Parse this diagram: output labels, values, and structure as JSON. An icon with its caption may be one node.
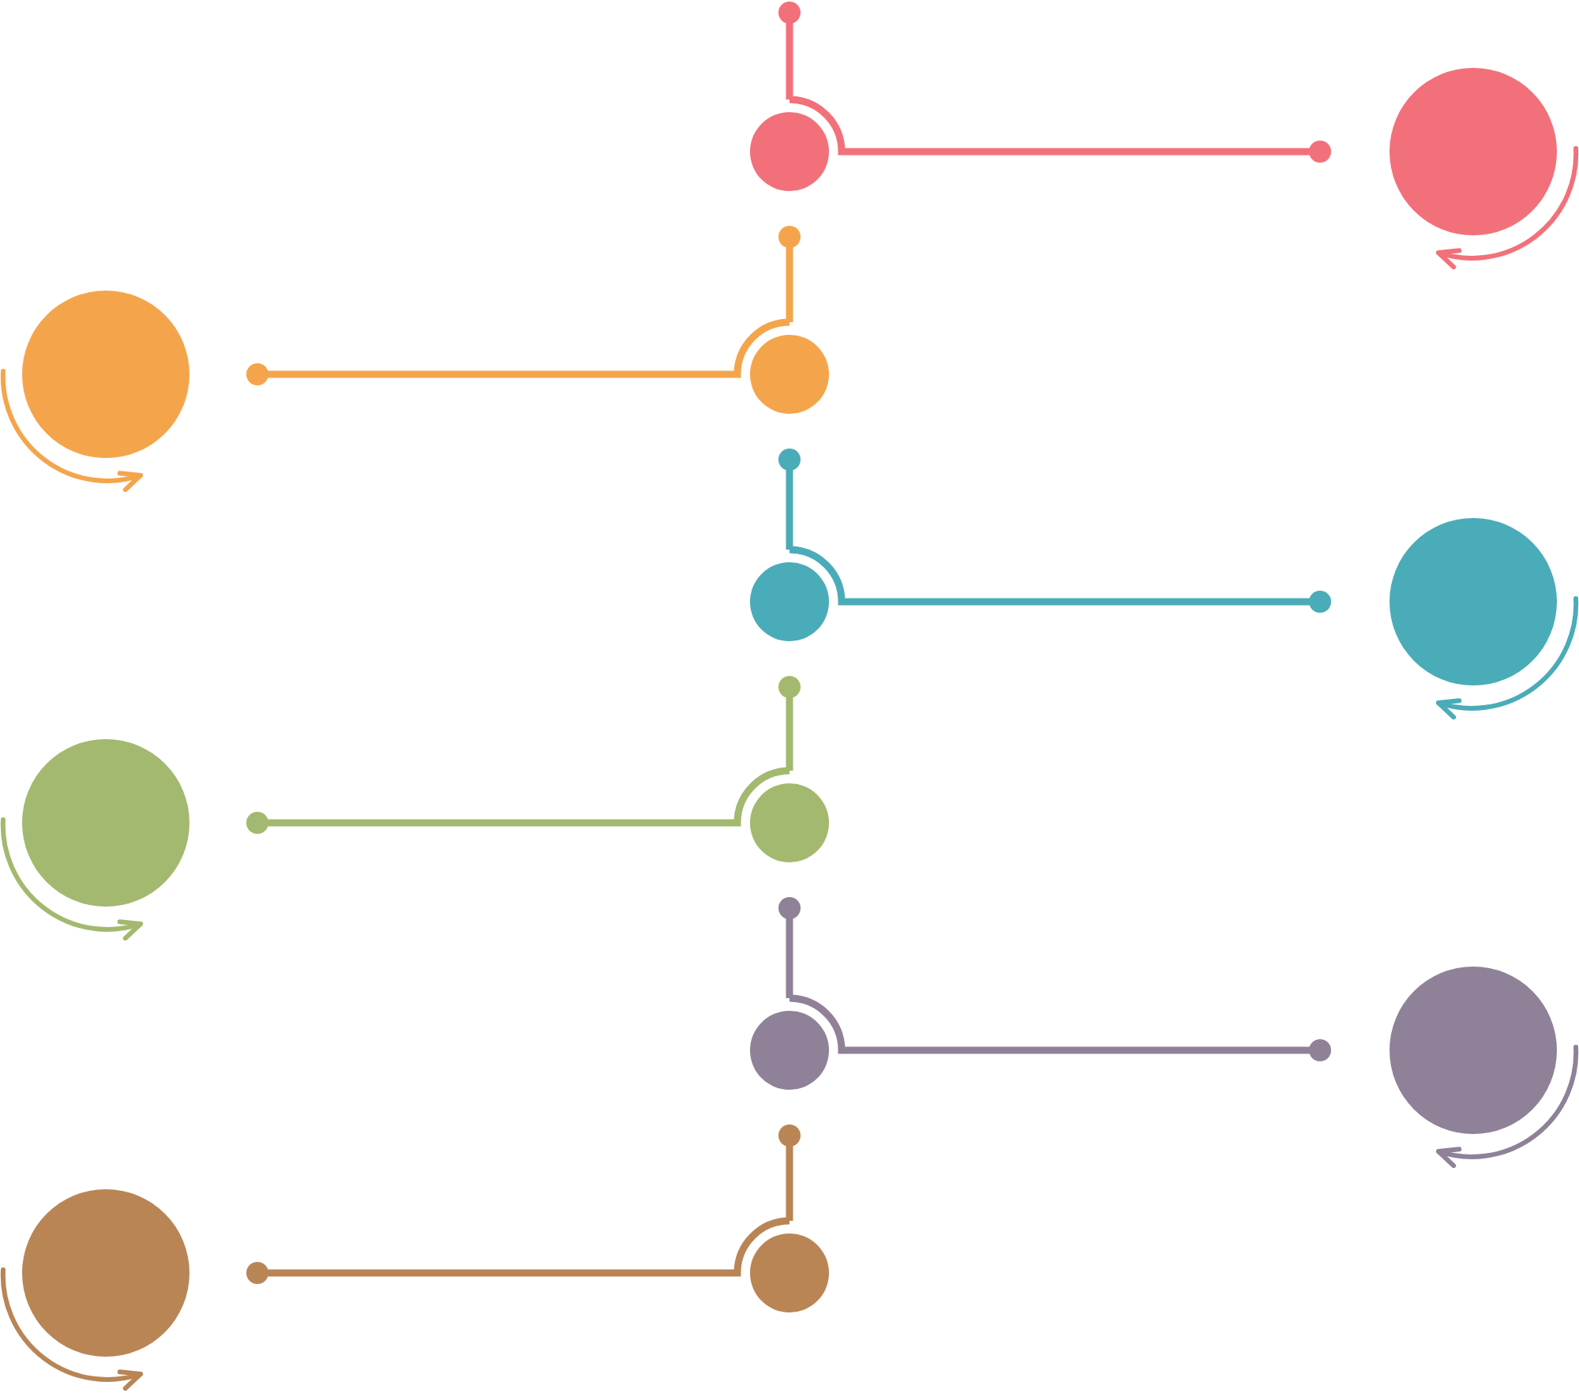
{
  "diagram": {
    "nodes": [
      {
        "text": [],
        "shape": "circle"
      },
      {
        "text": [],
        "shape": "circle"
      },
      {
        "text": [],
        "shape": "circle"
      },
      {
        "text": [],
        "shape": "circle"
      },
      {
        "text": [],
        "shape": "circle"
      },
      {
        "text": [],
        "shape": "circle"
      },
      {
        "text": [],
        "shape": "circle"
      },
      {
        "text": [],
        "shape": "circle"
      },
      {
        "text": [],
        "shape": "circle"
      },
      {
        "text": [],
        "shape": "circle"
      },
      {
        "text": [],
        "shape": "circle"
      },
      {
        "text": [],
        "shape": "circle"
      }
    ],
    "edges": [
      {
        "from": 0,
        "to": null,
        "arrow": "other",
        "color": "#f2707a"
      },
      {
        "from": 0,
        "to": null,
        "arrow": "other",
        "color": "#f2707a"
      },
      {
        "from": 3,
        "to": 0,
        "arrow": "other",
        "color": "#f4a54c"
      },
      {
        "from": 3,
        "to": null,
        "arrow": "other",
        "color": "#f4a54c"
      },
      {
        "from": 4,
        "to": 3,
        "arrow": "other",
        "color": "#4aacb8"
      },
      {
        "from": 4,
        "to": null,
        "arrow": "other",
        "color": "#4aacb8"
      },
      {
        "from": 7,
        "to": 4,
        "arrow": "other",
        "color": "#a3b96f"
      },
      {
        "from": 7,
        "to": null,
        "arrow": "other",
        "color": "#a3b96f"
      },
      {
        "from": 8,
        "to": 7,
        "arrow": "other",
        "color": "#8f8198"
      },
      {
        "from": 8,
        "to": null,
        "arrow": "other",
        "color": "#8f8198"
      },
      {
        "from": 11,
        "to": 8,
        "arrow": "other",
        "color": "#b98555"
      },
      {
        "from": 11,
        "to": null,
        "arrow": "other",
        "color": "#b98555"
      }
    ]
  }
}
